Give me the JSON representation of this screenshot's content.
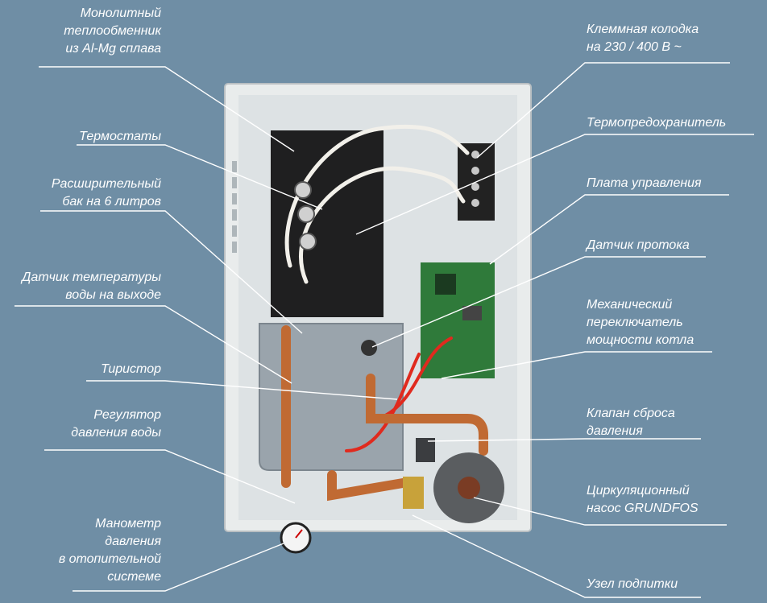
{
  "colors": {
    "background": "#6f8ea5",
    "text": "#ffffff",
    "leader": "#ffffff",
    "cabinet": "#e9ecec",
    "heat_exchanger": "#1f1f20",
    "copper": "#c06a33",
    "wire_white": "#f2f0ea",
    "wire_red": "#e02a1e",
    "pcb": "#2f7a3a",
    "pump": "#5a5d60"
  },
  "labels_left": [
    {
      "id": "heat-exchanger",
      "lines": [
        "Монолитный",
        "теплообменник",
        "из Al-Mg сплава"
      ]
    },
    {
      "id": "thermostats",
      "lines": [
        "Термостаты"
      ]
    },
    {
      "id": "expansion-tank",
      "lines": [
        "Расширительный",
        "бак на 6 литров"
      ]
    },
    {
      "id": "outlet-temp-sensor",
      "lines": [
        "Датчик температуры",
        "воды на выходе"
      ]
    },
    {
      "id": "thyristor",
      "lines": [
        "Тиристор"
      ]
    },
    {
      "id": "pressure-regulator",
      "lines": [
        "Регулятор",
        "давления воды"
      ]
    },
    {
      "id": "manometer",
      "lines": [
        "Манометр",
        "давления",
        "в отопительной",
        "системе"
      ]
    }
  ],
  "labels_right": [
    {
      "id": "terminal-block",
      "lines": [
        "Клеммная колодка",
        "на 230 / 400 В ~"
      ]
    },
    {
      "id": "thermal-fuse",
      "lines": [
        "Термопредохранитель"
      ]
    },
    {
      "id": "control-board",
      "lines": [
        "Плата управления"
      ]
    },
    {
      "id": "flow-sensor",
      "lines": [
        "Датчик протока"
      ]
    },
    {
      "id": "power-switch",
      "lines": [
        "Механический",
        "переключатель",
        "мощности котла"
      ]
    },
    {
      "id": "relief-valve",
      "lines": [
        "Клапан сброса",
        "давления"
      ]
    },
    {
      "id": "circulation-pump",
      "lines": [
        "Циркуляционный",
        "насос GRUNDFOS"
      ]
    },
    {
      "id": "makeup-unit",
      "lines": [
        "Узел подпитки"
      ]
    }
  ]
}
